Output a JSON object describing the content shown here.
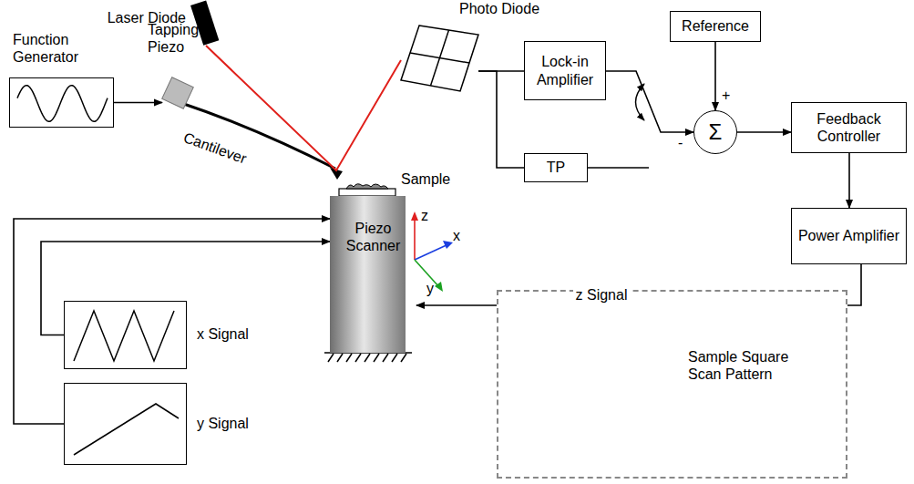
{
  "diagram": {
    "nodes": [
      {
        "text": [
          "Function Generator"
        ]
      },
      {
        "text": [
          "Laser Diode"
        ]
      },
      {
        "text": [
          "Tapping Piezo"
        ]
      },
      {
        "text": [
          "Sample"
        ]
      },
      {
        "text": [
          "Photo Diode"
        ]
      },
      {
        "text": [
          "Lock-in Amplifier"
        ]
      },
      {
        "text": [
          "TP"
        ]
      },
      {
        "text": [
          "Reference"
        ]
      },
      {
        "text": [
          "Σ"
        ]
      },
      {
        "text": [
          "Feedback Controller"
        ]
      },
      {
        "text": [
          "Power Amplifier"
        ]
      },
      {
        "text": [
          "Piezo Scanner"
        ]
      },
      {
        "text": [
          "x Signal"
        ]
      },
      {
        "text": [
          "y Signal"
        ]
      },
      {
        "text": [
          "Sample Square Scan Pattern"
        ]
      }
    ],
    "edges": [
      {
        "from": 0,
        "to": 2,
        "arrow": "to"
      },
      {
        "from": 1,
        "to": 4,
        "arrow": "none"
      },
      {
        "from": 4,
        "to": 5,
        "arrow": "none"
      },
      {
        "from": 4,
        "to": 6,
        "arrow": "none"
      },
      {
        "from": 5,
        "to": 8,
        "arrow": "to"
      },
      {
        "from": 7,
        "to": 8,
        "arrow": "to"
      },
      {
        "from": 8,
        "to": 9,
        "arrow": "to"
      },
      {
        "from": 9,
        "to": 10,
        "arrow": "to"
      },
      {
        "from": 10,
        "to": 11,
        "arrow": "to",
        "label": "z Signal"
      },
      {
        "from": 12,
        "to": 11,
        "arrow": "to"
      },
      {
        "from": 13,
        "to": 11,
        "arrow": "to"
      }
    ],
    "labels": [
      "Cantilever",
      "z",
      "x",
      "y",
      "+",
      "-"
    ]
  }
}
